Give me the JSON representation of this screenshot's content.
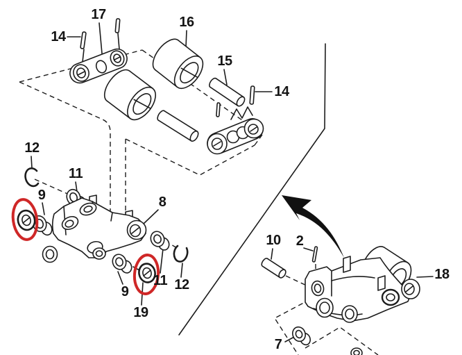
{
  "figure": {
    "type": "exploded-parts-diagram",
    "background_color": "#ffffff",
    "line_color": "#1c1c1c",
    "highlight_color": "#cf2727"
  },
  "callouts": {
    "c17": "17",
    "c14a": "14",
    "c16": "16",
    "c15": "15",
    "c14b": "14",
    "c12a": "12",
    "c11a": "11",
    "c9a": "9",
    "c8": "8",
    "c9b": "9",
    "c19": "19",
    "c11b": "11",
    "c12b": "12",
    "c10": "10",
    "c2": "2",
    "c18": "18",
    "c7": "7"
  }
}
